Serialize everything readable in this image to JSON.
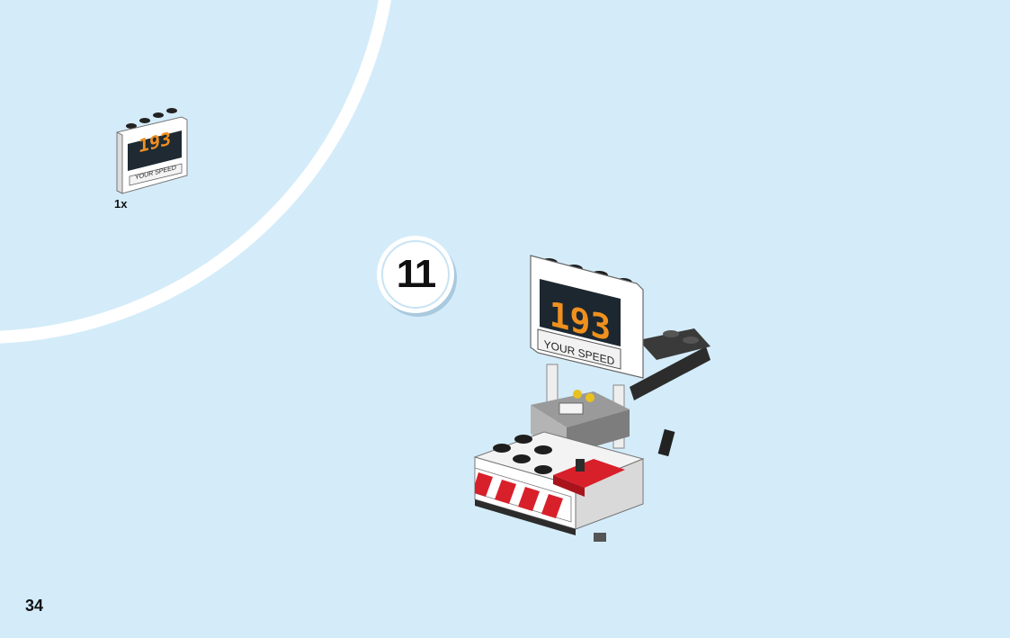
{
  "parts_callout": {
    "quantity": "1x",
    "part_panel_digits": "193",
    "part_panel_label": "YOUR SPEED"
  },
  "step": {
    "number": "11"
  },
  "model": {
    "display_digits": "193",
    "display_label": "YOUR SPEED"
  },
  "page": {
    "number": "34"
  },
  "colors": {
    "background": "#d4ecf9",
    "callout_fill": "#d4ecf9",
    "callout_border": "#ffffff",
    "display_digit": "#f0901e",
    "accent_red": "#d8202a"
  }
}
